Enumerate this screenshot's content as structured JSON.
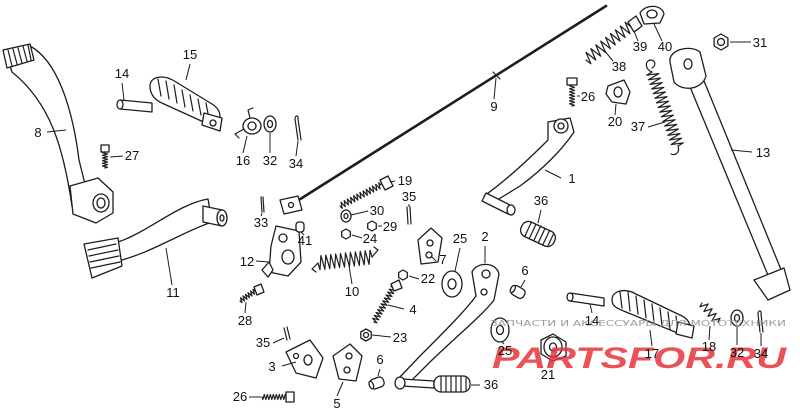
{
  "callouts": [
    "1",
    "2",
    "3",
    "4",
    "5",
    "6",
    "6",
    "7",
    "8",
    "9",
    "10",
    "11",
    "12",
    "13",
    "14",
    "14",
    "15",
    "16",
    "17",
    "18",
    "19",
    "20",
    "21",
    "22",
    "23",
    "24",
    "25",
    "25",
    "26",
    "26",
    "27",
    "28",
    "29",
    "30",
    "31",
    "32",
    "32",
    "33",
    "34",
    "34",
    "35",
    "35",
    "36",
    "36",
    "37",
    "38",
    "39",
    "40",
    "41"
  ],
  "watermark": {
    "caption": "ЗАПЧАСТИ И АКСЕССУАРЫ ДЛЯ МОТОТЕХНИКИ",
    "logo": "PARTSFOR.RU"
  },
  "colors": {
    "line": "#1d1d1d",
    "background": "#ffffff",
    "watermark": "#e8333a"
  }
}
